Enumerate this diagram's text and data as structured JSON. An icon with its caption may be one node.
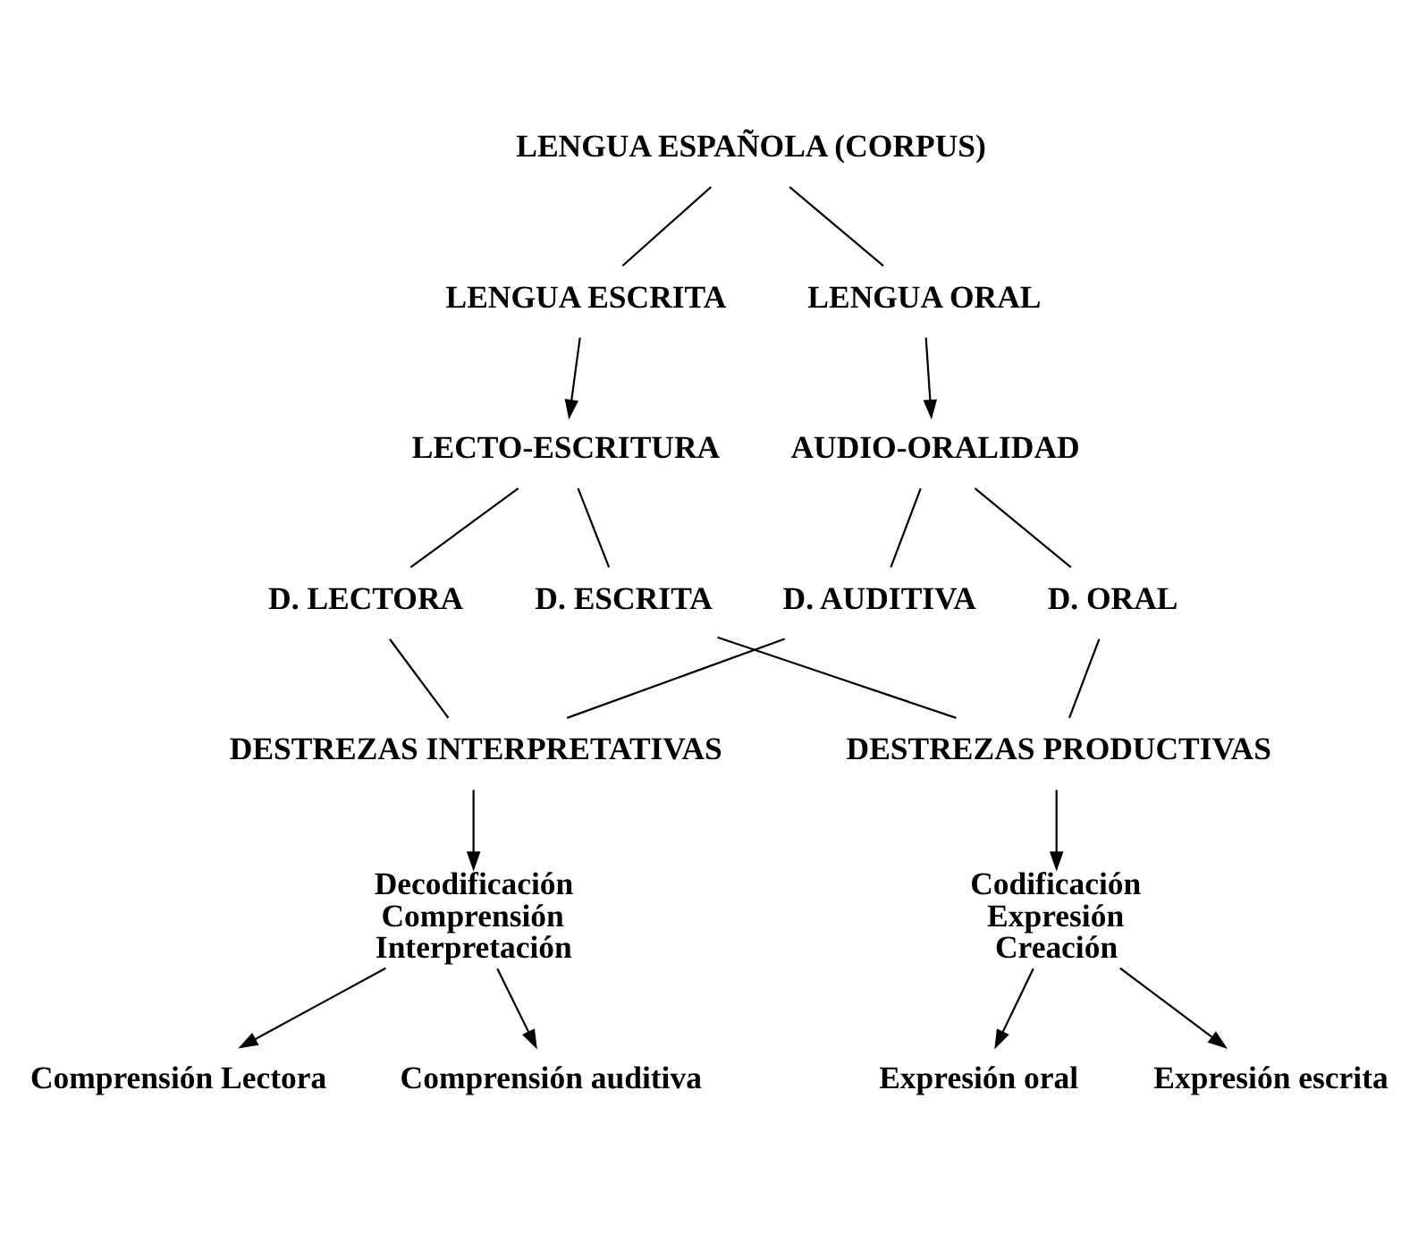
{
  "diagram": {
    "nodes": [
      {
        "text": [
          "LENGUA ESPAÑOLA (CORPUS)"
        ]
      },
      {
        "text": [
          "LENGUA ESCRITA"
        ]
      },
      {
        "text": [
          "LENGUA ORAL"
        ]
      },
      {
        "text": [
          "LECTO-ESCRITURA"
        ]
      },
      {
        "text": [
          "AUDIO-ORALIDAD"
        ]
      },
      {
        "text": [
          "D. LECTORA"
        ]
      },
      {
        "text": [
          "D. ESCRITA"
        ]
      },
      {
        "text": [
          "D. AUDITIVA"
        ]
      },
      {
        "text": [
          "D. ORAL"
        ]
      },
      {
        "text": [
          "DESTREZAS INTERPRETATIVAS"
        ]
      },
      {
        "text": [
          "DESTREZAS PRODUCTIVAS"
        ]
      },
      {
        "text": [
          "Decodificación",
          "Comprensión",
          "Interpretación"
        ]
      },
      {
        "text": [
          "Codificación",
          "Expresión",
          "Creación"
        ]
      },
      {
        "text": [
          "Comprensión Lectora"
        ]
      },
      {
        "text": [
          "Comprensión auditiva"
        ]
      },
      {
        "text": [
          "Expresión oral"
        ]
      },
      {
        "text": [
          "Expresión escrita"
        ]
      }
    ],
    "edges": [
      {
        "from": 0,
        "to": 1,
        "arrow": "none"
      },
      {
        "from": 0,
        "to": 2,
        "arrow": "none"
      },
      {
        "from": 1,
        "to": 3,
        "arrow": "to"
      },
      {
        "from": 2,
        "to": 4,
        "arrow": "to"
      },
      {
        "from": 3,
        "to": 5,
        "arrow": "none"
      },
      {
        "from": 3,
        "to": 6,
        "arrow": "none"
      },
      {
        "from": 4,
        "to": 7,
        "arrow": "none"
      },
      {
        "from": 4,
        "to": 8,
        "arrow": "none"
      },
      {
        "from": 5,
        "to": 9,
        "arrow": "none"
      },
      {
        "from": 7,
        "to": 9,
        "arrow": "none"
      },
      {
        "from": 6,
        "to": 10,
        "arrow": "none"
      },
      {
        "from": 8,
        "to": 10,
        "arrow": "none"
      },
      {
        "from": 9,
        "to": 11,
        "arrow": "to"
      },
      {
        "from": 10,
        "to": 12,
        "arrow": "to"
      },
      {
        "from": 11,
        "to": 13,
        "arrow": "to"
      },
      {
        "from": 11,
        "to": 14,
        "arrow": "to"
      },
      {
        "from": 12,
        "to": 15,
        "arrow": "to"
      },
      {
        "from": 12,
        "to": 16,
        "arrow": "to"
      }
    ]
  }
}
